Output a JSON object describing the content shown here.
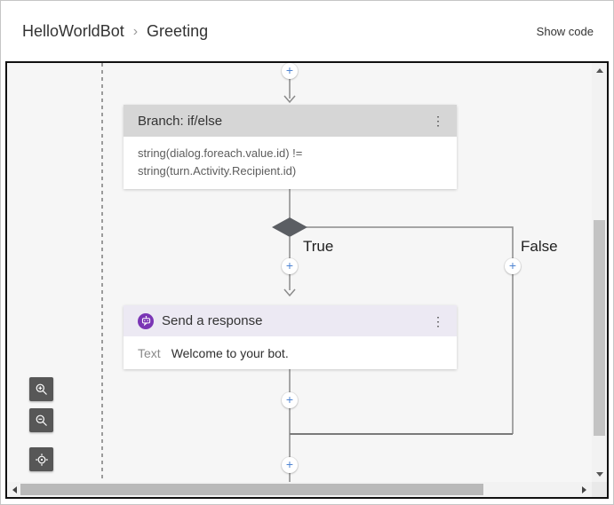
{
  "header": {
    "breadcrumb": {
      "items": [
        "HelloWorldBot",
        "Greeting"
      ],
      "separator": "›"
    },
    "show_code_label": "Show code"
  },
  "flow": {
    "add_step_label": "+",
    "branch_node": {
      "title": "Branch: if/else",
      "menu_icon": "⋮",
      "condition": "string(dialog.foreach.value.id) != string(turn.Activity.Recipient.id)"
    },
    "branches": {
      "true_label": "True",
      "false_label": "False"
    },
    "send_node": {
      "title": "Send a response",
      "menu_icon": "⋮",
      "icon": "bot-message-icon",
      "field_label": "Text",
      "field_value": "Welcome to your bot."
    }
  },
  "zoom_controls": {
    "zoom_in": "zoom-in",
    "zoom_out": "zoom-out",
    "locate": "locate"
  },
  "colors": {
    "accent_blue": "#4f84d2",
    "send_purple": "#7a35b5",
    "branch_header_bg": "#d6d6d6",
    "send_header_bg": "#ece9f3",
    "canvas_bg": "#f6f6f6",
    "connector_gray": "#8a8a8a",
    "diamond_gray": "#5b5e63"
  }
}
